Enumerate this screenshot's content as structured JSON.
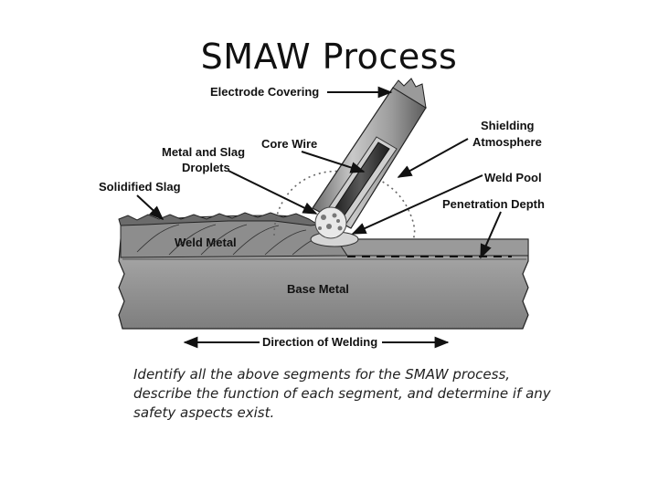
{
  "slide": {
    "title": "SMAW Process",
    "caption": "Identify all the above segments for the SMAW process, describe the function of each segment, and determine if any safety aspects exist."
  },
  "diagram": {
    "labels": {
      "electrode_covering": "Electrode Covering",
      "shielding_atmosphere_1": "Shielding",
      "shielding_atmosphere_2": "Atmosphere",
      "core_wire": "Core Wire",
      "droplets_1": "Metal and Slag",
      "droplets_2": "Droplets",
      "solidified_slag": "Solidified Slag",
      "weld_pool": "Weld Pool",
      "penetration_depth": "Penetration Depth",
      "weld_metal": "Weld Metal",
      "base_metal": "Base Metal",
      "direction": "Direction of Welding"
    }
  }
}
